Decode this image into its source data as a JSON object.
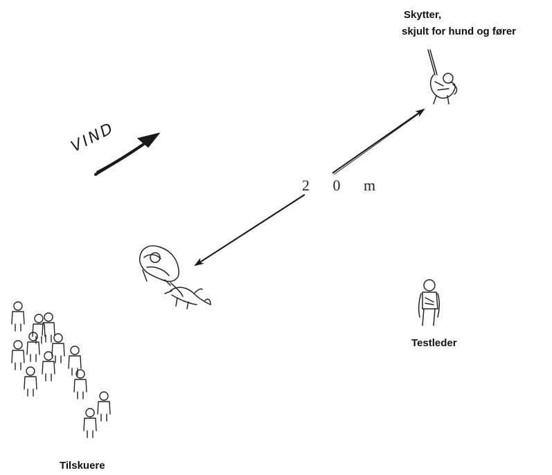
{
  "labels": {
    "shooter_line1": "Skytter,",
    "shooter_line2": "skjult for hund og fører",
    "test_leader": "Testleder",
    "spectators": "Tilskuere",
    "wind": "VIND",
    "distance": "2 0 m"
  },
  "figures": {
    "shooter": "standing-shooter-figure",
    "dog_and_handler": "handler-with-dog-figure",
    "test_leader": "standing-test-leader-figure",
    "spectators": "group-of-spectators-figure"
  },
  "colors": {
    "ink": "#1a1a1a",
    "background": "#ffffff"
  }
}
